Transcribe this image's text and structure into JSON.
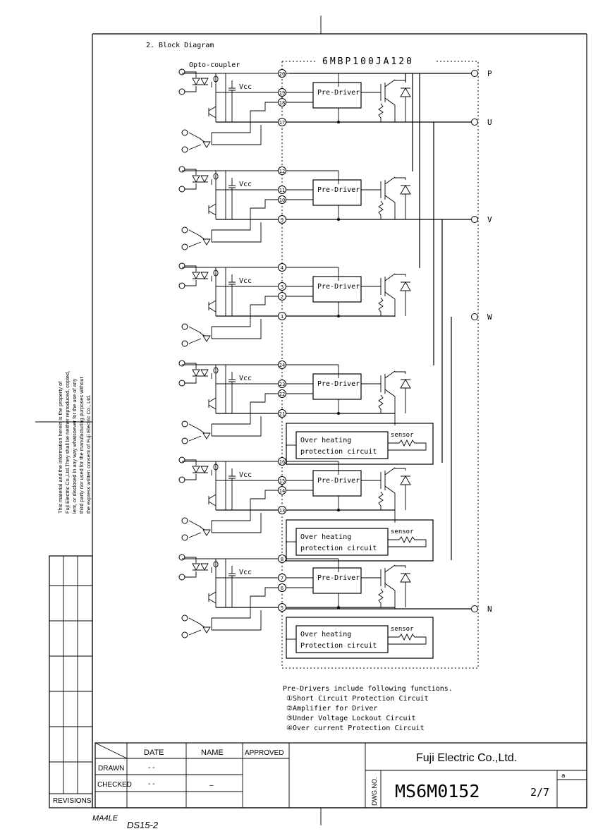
{
  "section_title": "2. Block Diagram",
  "module_name": "6MBP100JA120",
  "opto_label": "Opto-coupler",
  "vcc_label": "Vcc",
  "terminals": [
    "P",
    "U",
    "V",
    "W",
    "N"
  ],
  "predriver_label": "Pre-Driver",
  "overheat": {
    "line1": "Over heating",
    "line2a": "protection circuit",
    "line2b": "Protection circuit",
    "sensor": "sensor"
  },
  "pin_numbers": [
    [
      "20",
      "19",
      "18",
      "17"
    ],
    [
      "12",
      "11",
      "10",
      "9"
    ],
    [
      "4",
      "3",
      "2",
      "1"
    ],
    [
      "24",
      "23",
      "22",
      "21"
    ],
    [
      "16",
      "15",
      "14",
      "13"
    ],
    [
      "8",
      "7",
      "6",
      "5"
    ]
  ],
  "notes": {
    "heading": "Pre-Drivers include following functions.",
    "items": [
      "①Short Circuit Protection Circuit",
      "②Amplifier for Driver",
      "③Under Voltage Lockout Circuit",
      "④Over current Protection Circuit"
    ]
  },
  "side_notice": [
    "This material and the information herein is the property of",
    "Fuji Electric Co.,Ltd.They shall be neither reproduced, copied,",
    "lent, or disclosed in any way whatsoever for the use of any",
    "third party nor used for the manufacturing purposes without",
    "the express written consent of Fuji Electric Co., Ltd."
  ],
  "title_block": {
    "date": "DATE",
    "name": "NAME",
    "approved": "APPROVED",
    "drawn": "DRAWN",
    "checked": "CHECKED",
    "revisions": "REVISIONS",
    "drawn_date": "-   -",
    "checked_date": "-   -",
    "checked_name": "–",
    "company": "Fuji Electric Co.,Ltd.",
    "dwg_no_label": "DWG.NO.",
    "dwg_no": "MS6M0152",
    "sheet": "2/7",
    "rev": "a"
  },
  "handwritten": [
    "MA4LE",
    "DS15-2"
  ]
}
